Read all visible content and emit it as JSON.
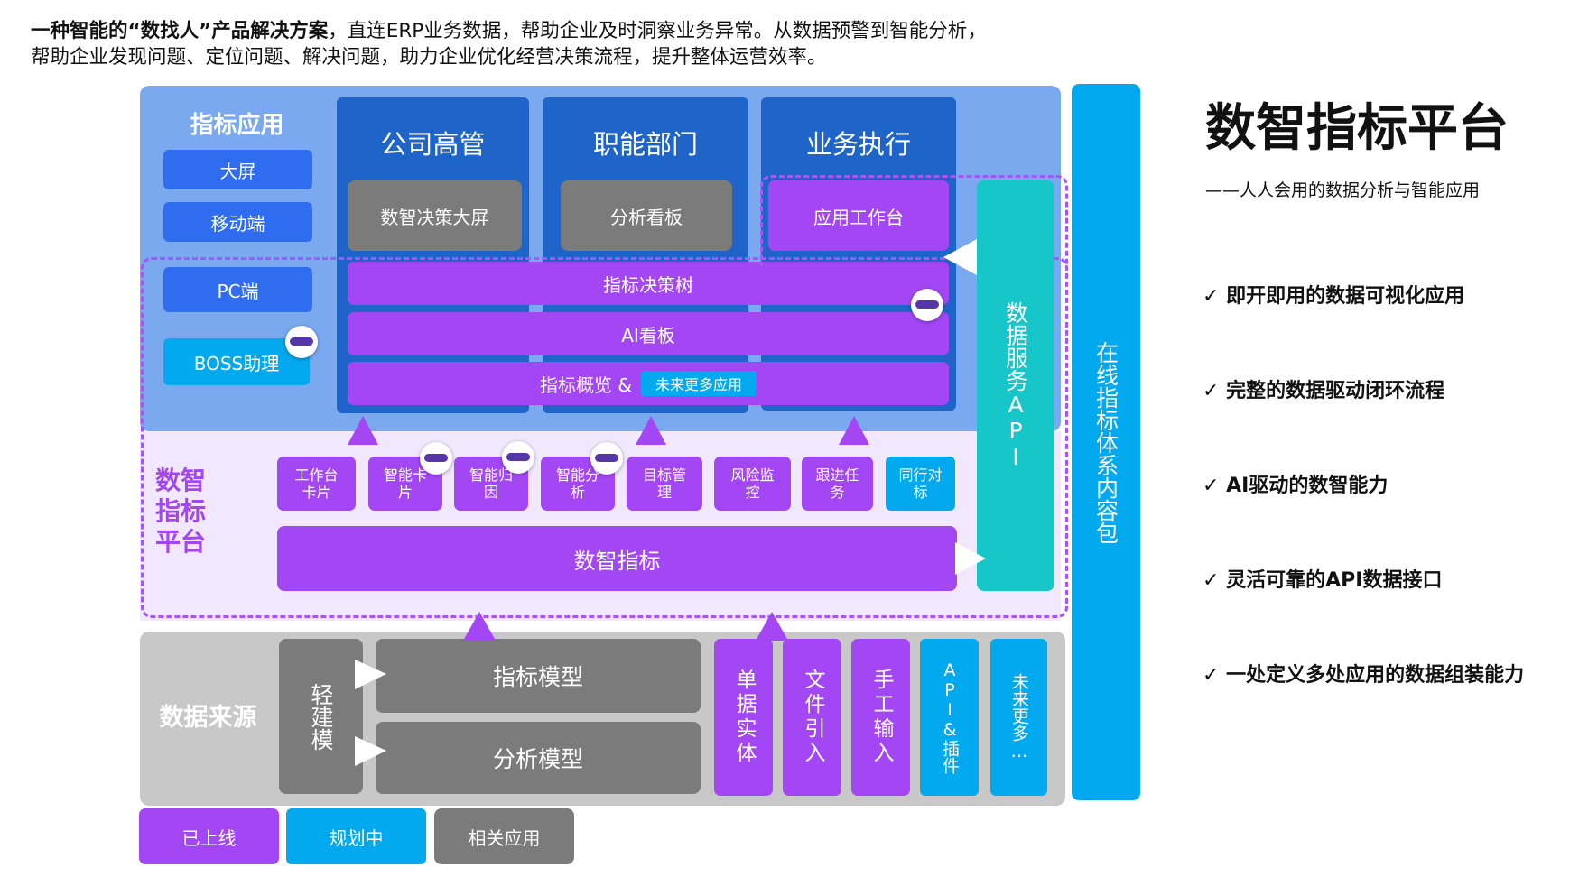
{
  "intro": {
    "line1_bold": "一种智能的“数找人”产品解决方案",
    "line1_rest": "，直连ERP业务数据，帮助企业及时洞察业务异常。从数据预警到智能分析，",
    "line2": "帮助企业发现问题、定位问题、解决问题，助力企业优化经营决策流程，提升整体运营效率。"
  },
  "app_layer": {
    "title": "指标应用",
    "channels": [
      "大屏",
      "移动端",
      "PC端",
      "BOSS助理"
    ],
    "columns": [
      {
        "title": "公司高管",
        "app": "数智决策大屏"
      },
      {
        "title": "职能部门",
        "app": "分析看板"
      },
      {
        "title": "业务执行",
        "app": "应用工作台"
      }
    ],
    "bars": [
      "指标决策树",
      "AI看板",
      "指标概览 &"
    ],
    "future_tag": "未来更多应用"
  },
  "platform_layer": {
    "title": "数智指标平台",
    "features": [
      {
        "text": "工作台卡片",
        "status": "online"
      },
      {
        "text": "智能卡片",
        "status": "online"
      },
      {
        "text": "智能归因",
        "status": "online"
      },
      {
        "text": "智能分析",
        "status": "online"
      },
      {
        "text": "目标管理",
        "status": "online"
      },
      {
        "text": "风险监控",
        "status": "online"
      },
      {
        "text": "跟进任务",
        "status": "online"
      },
      {
        "text": "同行对标",
        "status": "planned"
      }
    ],
    "core": "数智指标",
    "api": "数据服务API"
  },
  "source_layer": {
    "title": "数据来源",
    "modeling": "轻建模",
    "models": [
      "指标模型",
      "分析模型"
    ],
    "sources": [
      {
        "text": "单据实体",
        "status": "online"
      },
      {
        "text": "文件引入",
        "status": "online"
      },
      {
        "text": "手工输入",
        "status": "online"
      },
      {
        "text": "API&插件",
        "status": "planned"
      },
      {
        "text": "未来更多…",
        "status": "planned"
      }
    ]
  },
  "side_bar": "在线指标体系内容包",
  "legend": [
    "已上线",
    "规划中",
    "相关应用"
  ],
  "right": {
    "title": "数智指标平台",
    "subtitle": "——人人会用的数据分析与智能应用",
    "features": [
      "即开即用的数据可视化应用",
      "完整的数据驱动闭环流程",
      "AI驱动的数智能力",
      "灵活可靠的API数据接口",
      "一处定义多处应用的数据组装能力"
    ],
    "check_mark": "✓"
  },
  "colors": {
    "online": "#a347f5",
    "planned": "#03a9ee",
    "related": "#7b7b7b",
    "app_bg": "#7aa9f0",
    "platform_bg": "#f1e8fd"
  }
}
